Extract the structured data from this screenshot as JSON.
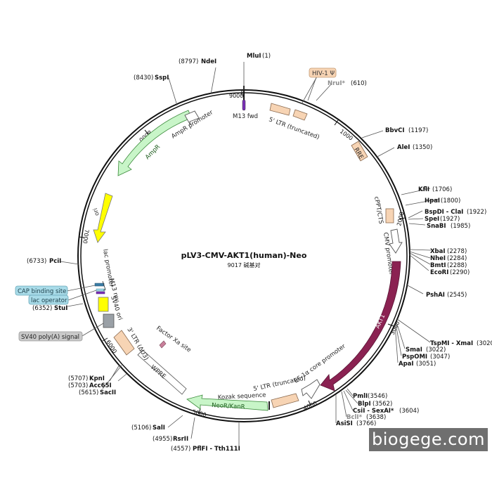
{
  "plasmid": {
    "name": "pLV3-CMV-AKT1(human)-Neo",
    "size_label": "9017 碱基对",
    "length_bp": 9017
  },
  "ticks": [
    {
      "bp": 1000,
      "label": "1000"
    },
    {
      "bp": 2000,
      "label": "2000"
    },
    {
      "bp": 3000,
      "label": "3000"
    },
    {
      "bp": 4000,
      "label": "4000"
    },
    {
      "bp": 5000,
      "label": "5000"
    },
    {
      "bp": 6000,
      "label": "6000"
    },
    {
      "bp": 7000,
      "label": "7000"
    },
    {
      "bp": 8000,
      "label": "8000"
    },
    {
      "bp": 9000,
      "label": "9000"
    }
  ],
  "sites": [
    {
      "name": "MluI",
      "pos": "(1)",
      "bp": 1
    },
    {
      "name": "NruI*",
      "pos": "(610)",
      "bp": 610,
      "gray": true
    },
    {
      "name": "BbvCI",
      "pos": "(1197)",
      "bp": 1197
    },
    {
      "name": "AleI",
      "pos": "(1350)",
      "bp": 1350
    },
    {
      "name": "KflI",
      "pos": "(1706)",
      "bp": 1706
    },
    {
      "name": "HpaI",
      "pos": "(1800)",
      "bp": 1800
    },
    {
      "name": "BspDI - ClaI",
      "pos": "(1922)",
      "bp": 1922
    },
    {
      "name": "SpeI",
      "pos": "(1927)",
      "bp": 1927
    },
    {
      "name": "SnaBI",
      "pos": "(1985)",
      "bp": 1985
    },
    {
      "name": "XbaI",
      "pos": "(2278)",
      "bp": 2278
    },
    {
      "name": "NheI",
      "pos": "(2284)",
      "bp": 2284
    },
    {
      "name": "BmtI",
      "pos": "(2288)",
      "bp": 2288
    },
    {
      "name": "EcoRI",
      "pos": "(2290)",
      "bp": 2290
    },
    {
      "name": "PshAI",
      "pos": "(2545)",
      "bp": 2545
    },
    {
      "name": "TspMI - XmaI",
      "pos": "(3020)",
      "bp": 3020
    },
    {
      "name": "SmaI",
      "pos": "(3022)",
      "bp": 3022
    },
    {
      "name": "PspOMI",
      "pos": "(3047)",
      "bp": 3047
    },
    {
      "name": "ApaI",
      "pos": "(3051)",
      "bp": 3051
    },
    {
      "name": "PmlI",
      "pos": "(3546)",
      "bp": 3546
    },
    {
      "name": "BlpI",
      "pos": "(3562)",
      "bp": 3562
    },
    {
      "name": "CsiI - SexAI*",
      "pos": "(3604)",
      "bp": 3604
    },
    {
      "name": "BclI*",
      "pos": "(3638)",
      "bp": 3638,
      "gray": true
    },
    {
      "name": "AsiSI",
      "pos": "(3766)",
      "bp": 3766
    },
    {
      "name": "PflFI - Tth111I",
      "pos": "(4557)",
      "bp": 4557
    },
    {
      "name": "RsrII",
      "pos": "(4955)",
      "bp": 4955
    },
    {
      "name": "SalI",
      "pos": "(5106)",
      "bp": 5106
    },
    {
      "name": "SacII",
      "pos": "(5615)",
      "bp": 5615
    },
    {
      "name": "Acc65I",
      "pos": "(5703)",
      "bp": 5703
    },
    {
      "name": "KpnI",
      "pos": "(5707)",
      "bp": 5707
    },
    {
      "name": "StuI",
      "pos": "(6352)",
      "bp": 6352
    },
    {
      "name": "PciI",
      "pos": "(6733)",
      "bp": 6733
    },
    {
      "name": "SspI",
      "pos": "(8430)",
      "bp": 8430
    },
    {
      "name": "NdeI",
      "pos": "(8797)",
      "bp": 8797
    }
  ],
  "features": [
    {
      "name": "M13 fwd",
      "color": "#7b2fb8"
    },
    {
      "name": "5' LTR (truncated)",
      "color": "#f7d4b4"
    },
    {
      "name": "RRE",
      "color": "#f7d4b4"
    },
    {
      "name": "cPPT/CTS",
      "color": "#f7d4b4"
    },
    {
      "name": "CMV promoter",
      "color": "#ffffff"
    },
    {
      "name": "AKT1",
      "color": "#8b2252"
    },
    {
      "name": "EF-1α core promoter",
      "color": "#ffffff"
    },
    {
      "name": "Kozak sequence",
      "color": "#222222"
    },
    {
      "name": "NeoR/KanR",
      "color": "#c8f5c8"
    },
    {
      "name": "WPRE",
      "color": "#ffffff"
    },
    {
      "name": "3' LTR (ΔU3)",
      "color": "#f7d4b4"
    },
    {
      "name": "Factor Xa site",
      "color": "#c97f9a"
    },
    {
      "name": "SV40 ori",
      "color": "#ffff00"
    },
    {
      "name": "SV40 poly(A) signal",
      "color": "#9aa0a6"
    },
    {
      "name": "lac promoter",
      "color": "#ffffff"
    },
    {
      "name": "lac operator",
      "color": "#9fd8e6"
    },
    {
      "name": "CAP binding site",
      "color": "#3a7ca5"
    },
    {
      "name": "M13 rev",
      "color": "#7b2fb8"
    },
    {
      "name": "ori",
      "color": "#ffff00"
    },
    {
      "name": "AmpR",
      "color": "#c8f5c8"
    },
    {
      "name": "AmpR promoter",
      "color": "#ffffff"
    }
  ],
  "boxed_labels": [
    {
      "name": "HIV-1 Ψ",
      "color": "#f7d4b4"
    },
    {
      "name": "CAP binding site",
      "color": "#a8dbe8"
    },
    {
      "name": "lac operator",
      "color": "#a8dbe8"
    },
    {
      "name": "SV40 poly(A) signal",
      "color": "#c9c9c9"
    }
  ],
  "watermark": "biogege.com"
}
